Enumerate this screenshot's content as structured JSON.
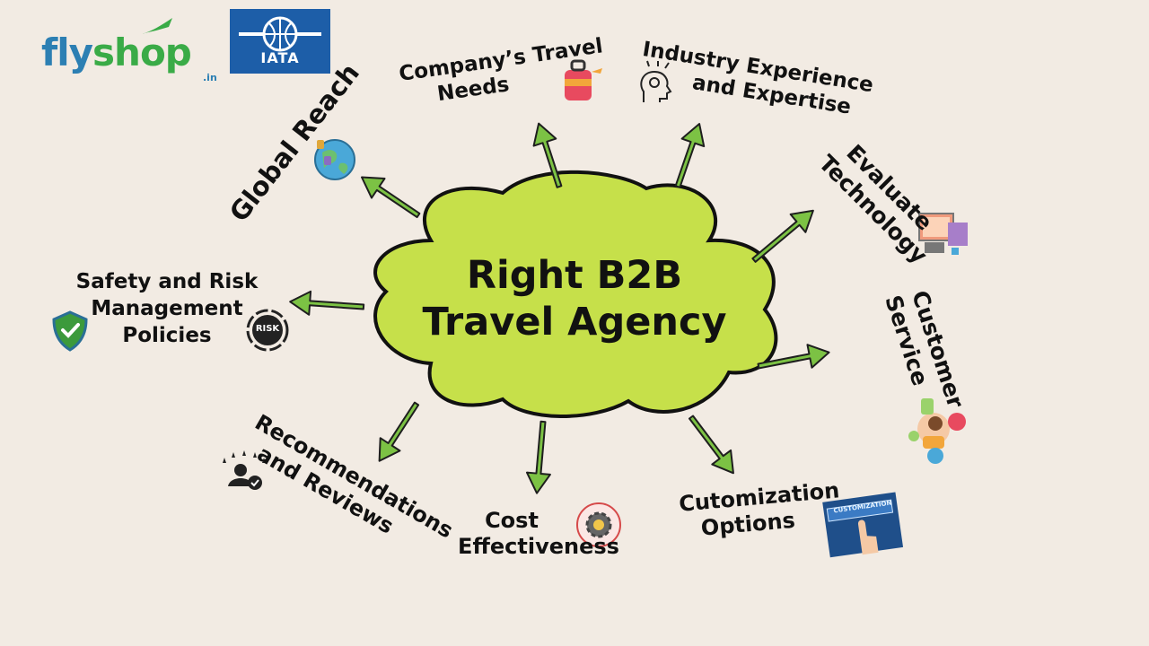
{
  "center": {
    "line1": "Right B2B",
    "line2": "Travel Agency"
  },
  "logos": {
    "flyshop": {
      "part1": "fly",
      "part2": "shop",
      "tld": ".in"
    },
    "iata": "IATA"
  },
  "colors": {
    "background": "#f2ebe3",
    "cloud": "#c6e04a",
    "arrow": "#7cc244",
    "text": "#111111"
  },
  "nodes": {
    "global_reach": {
      "text": "Global Reach",
      "icon": "globe-icon"
    },
    "company_travel_needs": {
      "line1": "Company’s Travel",
      "line2": "Needs",
      "icon": "luggage-icon"
    },
    "industry_experience": {
      "line1": "Industry Experience",
      "line2": "and Expertise",
      "icon": "brain-idea-icon"
    },
    "evaluate_technology": {
      "line1": "Evaluate",
      "line2": "Technology",
      "icon": "technology-icon"
    },
    "customer_service": {
      "line1": "Customer",
      "line2": "Service",
      "icon": "support-icon"
    },
    "customization_options": {
      "line1": "Cutomization",
      "line2": "Options",
      "badge": "CUSTOMIZATION",
      "icon": "customization-icon"
    },
    "cost_effectiveness": {
      "line1": "Cost",
      "line2": "Effectiveness",
      "icon": "cost-effective-gear-icon"
    },
    "recommendations": {
      "line1": "Recommendations",
      "line2": "and Reviews",
      "icon": "reviews-icon"
    },
    "safety_risk": {
      "line1": "Safety and Risk",
      "line2": "Management",
      "line3": "Policies",
      "icon_left": "shield-check-icon",
      "icon_right": "risk-icon",
      "risk_label": "RISK"
    }
  }
}
